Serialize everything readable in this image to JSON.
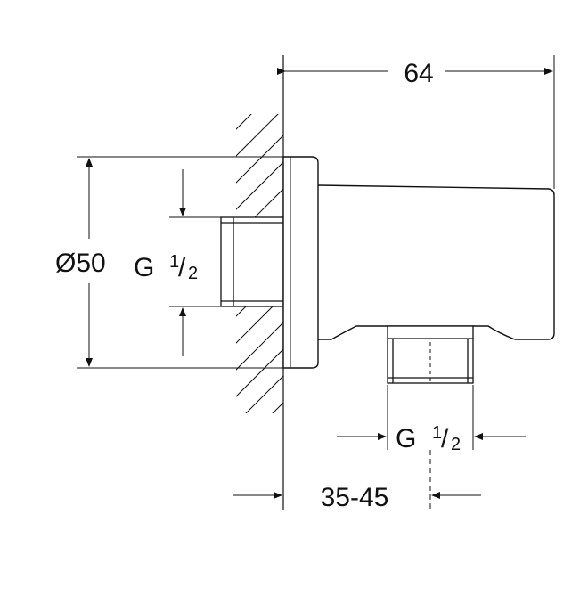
{
  "dimensions": {
    "overall_depth": "64",
    "diameter": "Ø50",
    "inlet_thread": {
      "prefix": "G",
      "numerator": "1",
      "separator": "/",
      "denominator": "2"
    },
    "outlet_thread": {
      "prefix": "G",
      "numerator": "1",
      "separator": "/",
      "denominator": "2"
    },
    "outlet_offset": "35-45"
  }
}
